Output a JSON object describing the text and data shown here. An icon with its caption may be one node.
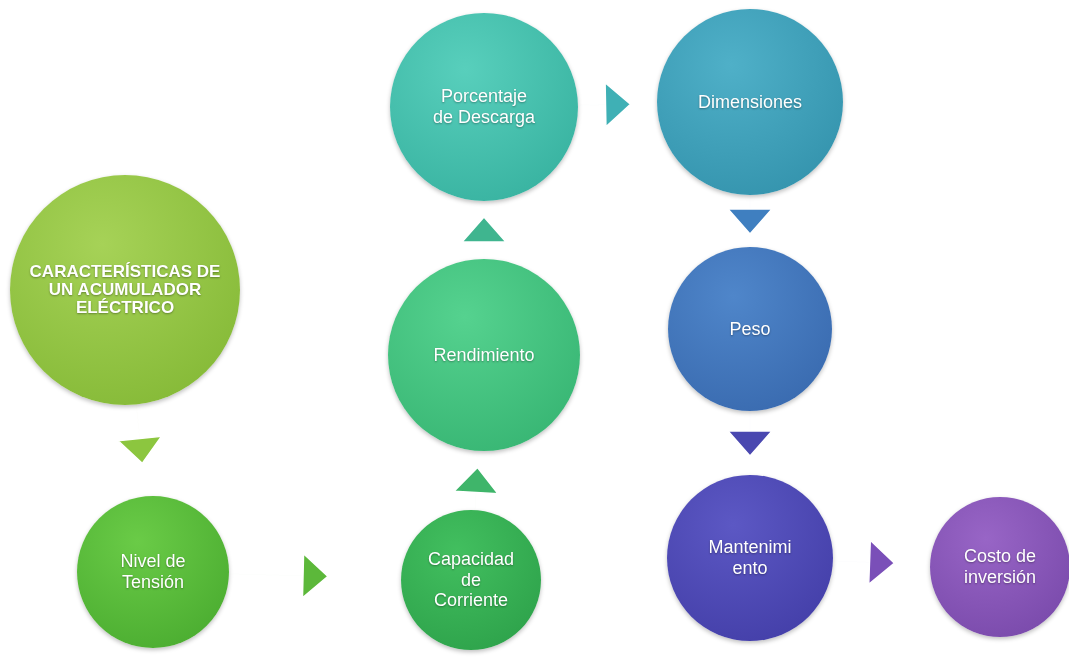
{
  "diagram": {
    "nodes": [
      {
        "text": [
          "CARACTERÍSTICAS DE UN ACUMULADOR ELÉCTRICO"
        ]
      },
      {
        "text": [
          "Nivel de Tensión"
        ]
      },
      {
        "text": [
          "Capacidad de Corriente"
        ]
      },
      {
        "text": [
          "Rendimiento"
        ]
      },
      {
        "text": [
          "Porcentaje de Descarga"
        ]
      },
      {
        "text": [
          "Dimensiones"
        ]
      },
      {
        "text": [
          "Peso"
        ]
      },
      {
        "text": [
          "Mantenimiento"
        ]
      },
      {
        "text": [
          "Costo de inversión"
        ]
      }
    ],
    "edges": [
      {
        "from": 0,
        "to": 1,
        "arrow": "to",
        "color": "#8cc63f"
      },
      {
        "from": 1,
        "to": 2,
        "arrow": "to",
        "color": "#5cb83a"
      },
      {
        "from": 2,
        "to": 3,
        "arrow": "to",
        "color": "#3fb56a"
      },
      {
        "from": 3,
        "to": 4,
        "arrow": "to",
        "color": "#3fb58f"
      },
      {
        "from": 4,
        "to": 5,
        "arrow": "to",
        "color": "#3fb0b5"
      },
      {
        "from": 5,
        "to": 6,
        "arrow": "to",
        "color": "#3f7fc0"
      },
      {
        "from": 6,
        "to": 7,
        "arrow": "to",
        "color": "#4a48b0"
      },
      {
        "from": 7,
        "to": 8,
        "arrow": "to",
        "color": "#7a4fb8"
      }
    ]
  }
}
